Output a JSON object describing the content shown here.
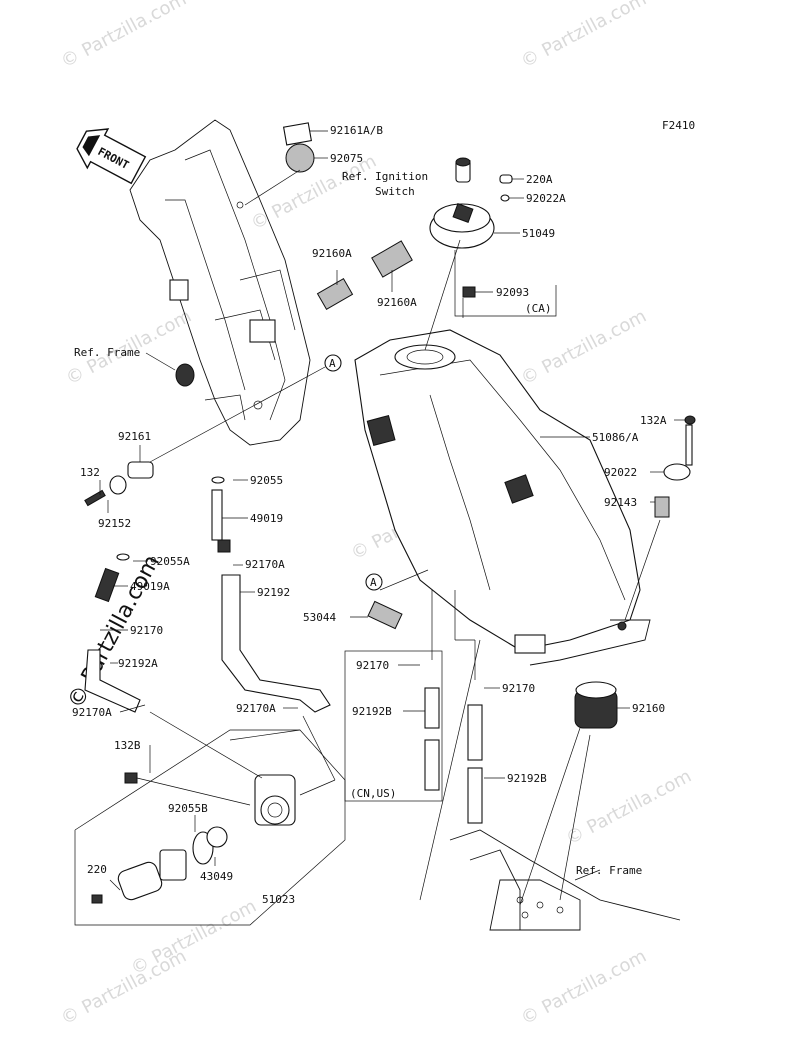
{
  "diagram": {
    "figure_code": "F2410",
    "front_label": "FRONT",
    "watermarks": [
      "© Partzilla.com",
      "© Partzilla.com",
      "© Partzilla.com",
      "© Partzilla.com",
      "© Partzilla.com",
      "© Partzilla.com",
      "© Partzilla.com",
      "© Partzilla.com",
      "© Partzilla.com",
      "© Partzilla.com"
    ],
    "side_watermark": "© Partzilla.com",
    "callout_ref": "A",
    "labels": {
      "p92161AB": "92161A/B",
      "p92075": "92075",
      "ref_ignition_1": "Ref. Ignition",
      "ref_ignition_2": "Switch",
      "p220A": "220A",
      "p92022A": "92022A",
      "p51049": "51049",
      "p92160A_1": "92160A",
      "p92160A_2": "92160A",
      "p92093": "92093",
      "ca": "(CA)",
      "ref_frame_1": "Ref. Frame",
      "p51086A": "51086/A",
      "p132A": "132A",
      "p92022": "92022",
      "p92143": "92143",
      "p92161": "92161",
      "p132": "132",
      "p92152": "92152",
      "p92055": "92055",
      "p49019": "49019",
      "p92055A": "92055A",
      "p92170A_1": "92170A",
      "p49019A": "49019A",
      "p92192": "92192",
      "p53044": "53044",
      "p92170_1": "92170",
      "p92192A": "92192A",
      "p92170A_2": "92170A",
      "p92170A_3": "92170A",
      "p92170_2": "92170",
      "p92170_3": "92170",
      "p92192B_1": "92192B",
      "p92192B_2": "92192B",
      "p92160": "92160",
      "cnus": "(CN,US)",
      "p132B": "132B",
      "p92055B": "92055B",
      "p43049": "43049",
      "p220": "220",
      "p51023": "51023",
      "ref_frame_2": "Ref. Frame"
    }
  }
}
